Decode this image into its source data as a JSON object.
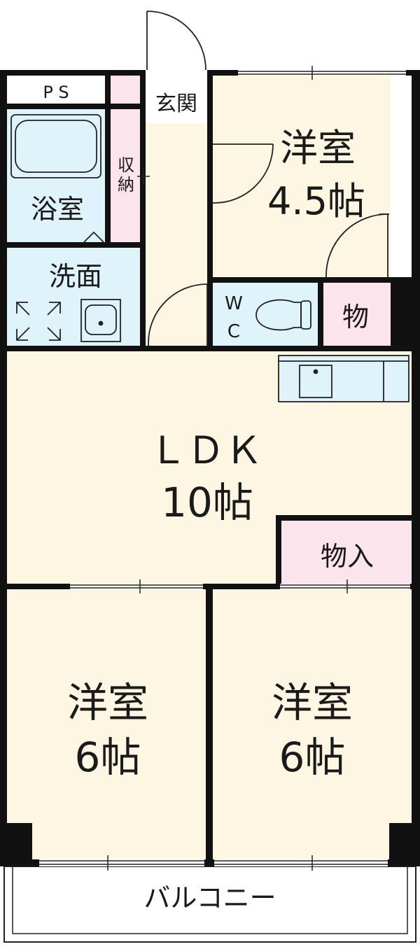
{
  "floorplan": {
    "colors": {
      "room": "#fdf6e2",
      "wet": "#dff3fa",
      "storage": "#fce4ec",
      "wall": "#111111",
      "line": "#222222",
      "background": "#ffffff"
    },
    "rooms": {
      "ps": "P S",
      "bath": "浴室",
      "storage_small_1": "収",
      "storage_small_2": "納",
      "entrance": "玄関",
      "western_45_name": "洋室",
      "western_45_size": "4.5帖",
      "washroom": "洗面",
      "wc_1": "W",
      "wc_2": "C",
      "closet_small": "物",
      "ldk_name": "ＬＤＫ",
      "ldk_size": "10帖",
      "closet_ldk": "物入",
      "western_6a_name": "洋室",
      "western_6a_size": "6帖",
      "western_6b_name": "洋室",
      "western_6b_size": "6帖",
      "balcony": "バルコニー"
    }
  }
}
